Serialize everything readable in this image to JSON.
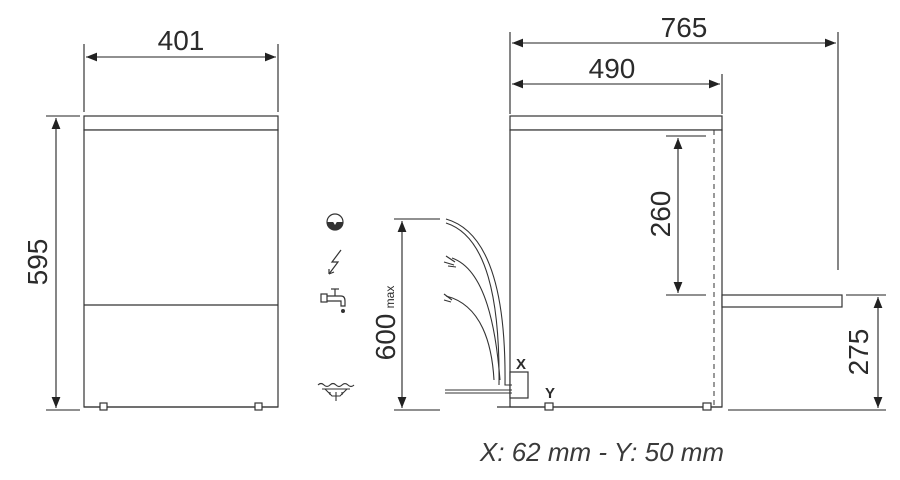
{
  "front_view": {
    "width_label": "401",
    "height_label": "595"
  },
  "side_view": {
    "overall_depth_label": "765",
    "body_depth_label": "490",
    "opening_height_label": "260",
    "inlet_height_label": "275",
    "hose_height_label": "600",
    "hose_height_suffix": "max",
    "x_label": "X",
    "y_label": "Y"
  },
  "icons": [
    {
      "name": "drain-icon"
    },
    {
      "name": "electric-icon"
    },
    {
      "name": "water-tap-icon"
    },
    {
      "name": "floor-drain-icon"
    }
  ],
  "caption": "X: 62 mm - Y: 50 mm"
}
